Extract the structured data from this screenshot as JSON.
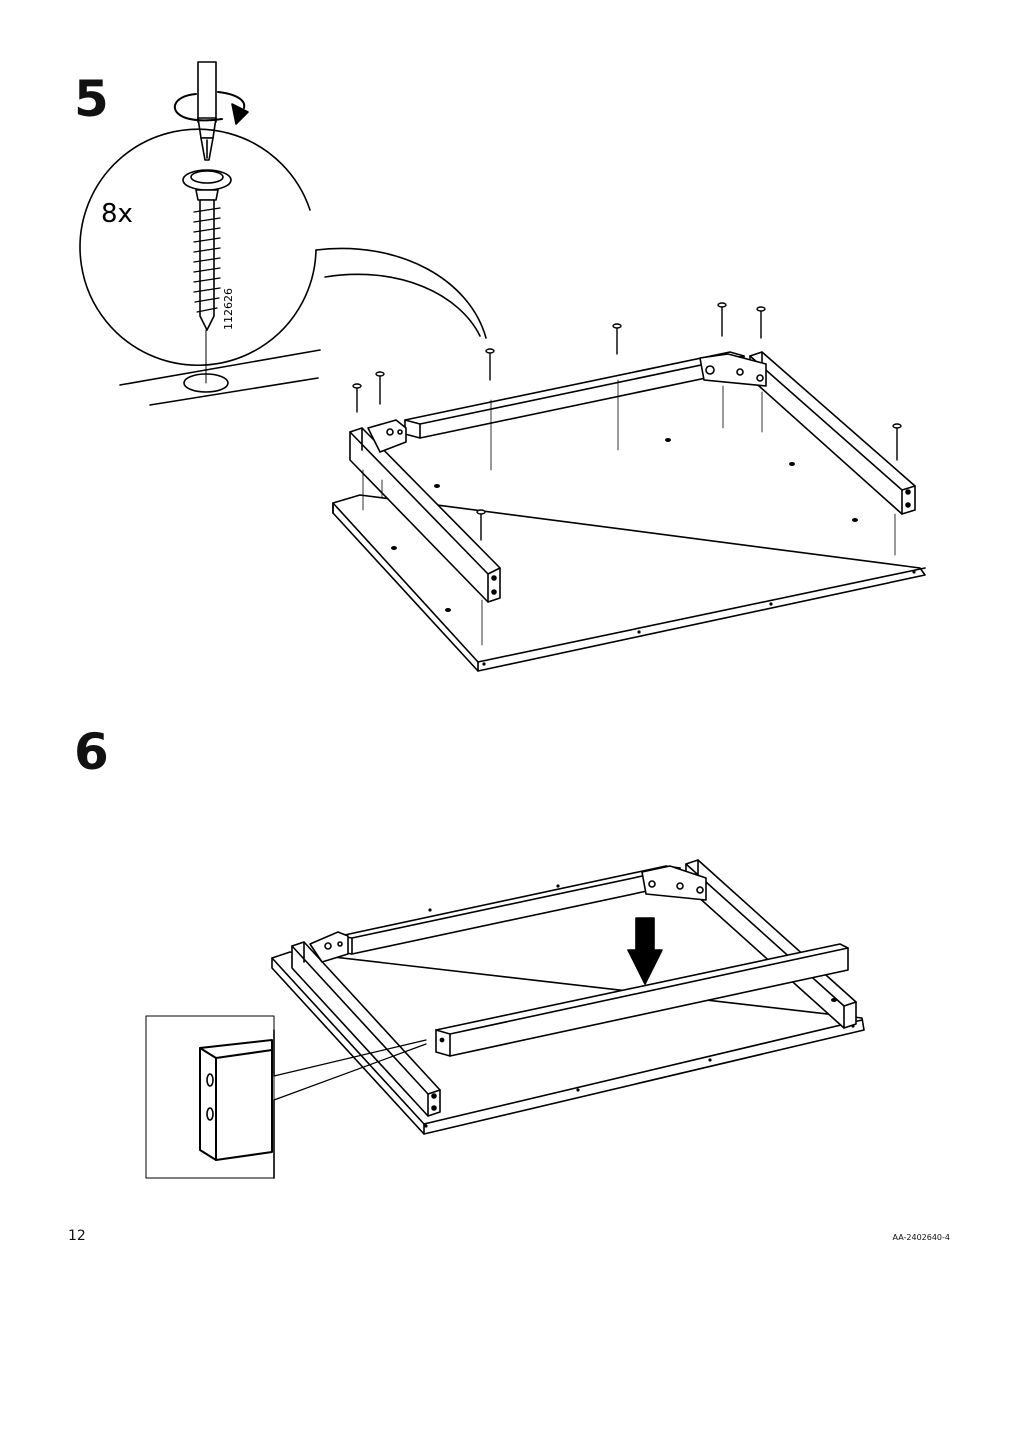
{
  "step5": {
    "number": "5",
    "quantity": "8x",
    "part_number": "112626"
  },
  "step6": {
    "number": "6"
  },
  "footer": {
    "page_number": "12",
    "doc_code": "AA-2402640-4"
  }
}
